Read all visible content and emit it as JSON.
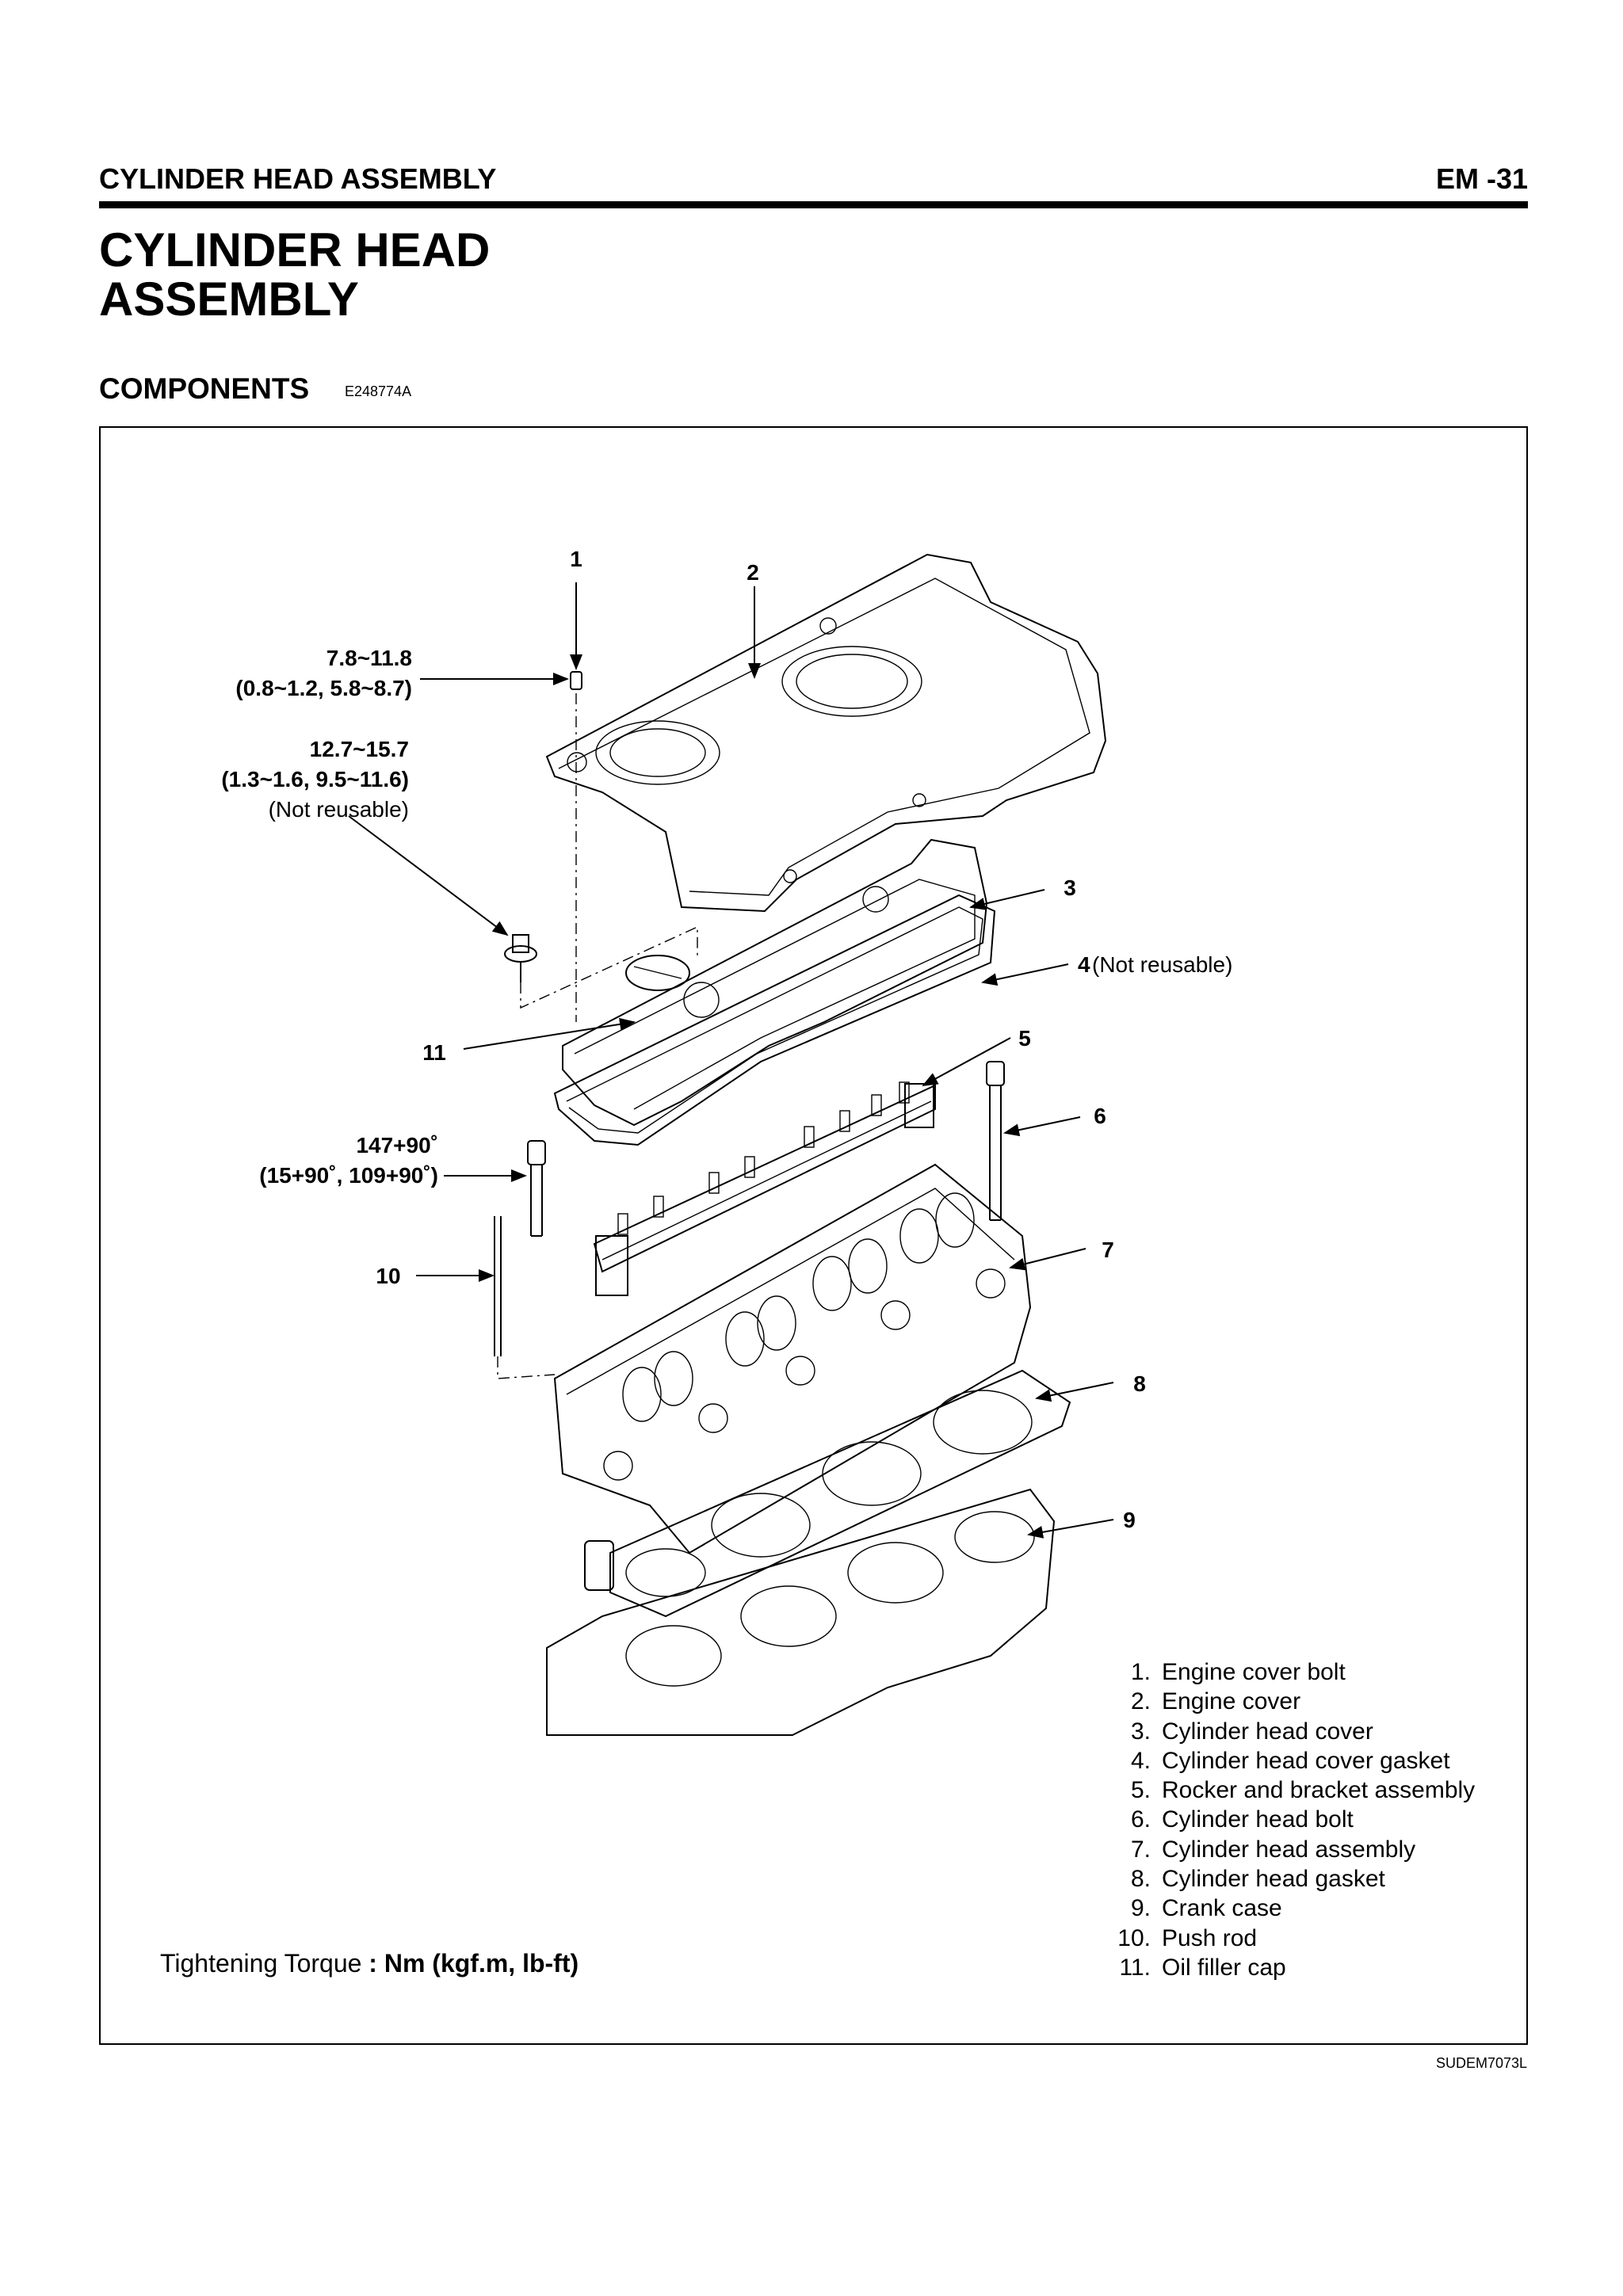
{
  "header": {
    "section": "CYLINDER HEAD ASSEMBLY",
    "page": "EM -31"
  },
  "title_line1": "CYLINDER  HEAD",
  "title_line2": "ASSEMBLY",
  "subheading": {
    "label": "COMPONENTS",
    "code": "E248774A"
  },
  "callouts": {
    "n1": "1",
    "n2": "2",
    "n3": "3",
    "n4": "4",
    "n4_note": "(Not reusable)",
    "n5": "5",
    "n6": "6",
    "n7": "7",
    "n8": "8",
    "n9": "9",
    "n10": "10",
    "n11": "11"
  },
  "torques": {
    "t1_line1": "7.8~11.8",
    "t1_line2": "(0.8~1.2, 5.8~8.7)",
    "t2_line1": "12.7~15.7",
    "t2_line2": "(1.3~1.6, 9.5~11.6)",
    "t2_line3": "(Not reusable)",
    "t3_line1": "147+90˚",
    "t3_line2": "(15+90˚, 109+90˚)"
  },
  "legend": [
    {
      "num": "1.",
      "text": "Engine cover bolt"
    },
    {
      "num": "2.",
      "text": "Engine cover"
    },
    {
      "num": "3.",
      "text": "Cylinder head cover"
    },
    {
      "num": "4.",
      "text": "Cylinder head cover gasket"
    },
    {
      "num": "5.",
      "text": "Rocker and bracket assembly"
    },
    {
      "num": "6.",
      "text": "Cylinder head bolt"
    },
    {
      "num": "7.",
      "text": "Cylinder head assembly"
    },
    {
      "num": "8.",
      "text": "Cylinder head gasket"
    },
    {
      "num": "9.",
      "text": "Crank case"
    },
    {
      "num": "10.",
      "text": "Push rod"
    },
    {
      "num": "11.",
      "text": "Oil filler cap"
    }
  ],
  "torque_note": {
    "label": "Tightening Torque",
    "unit": ": Nm (kgf.m, lb-ft)"
  },
  "figure_code": "SUDEM7073L"
}
